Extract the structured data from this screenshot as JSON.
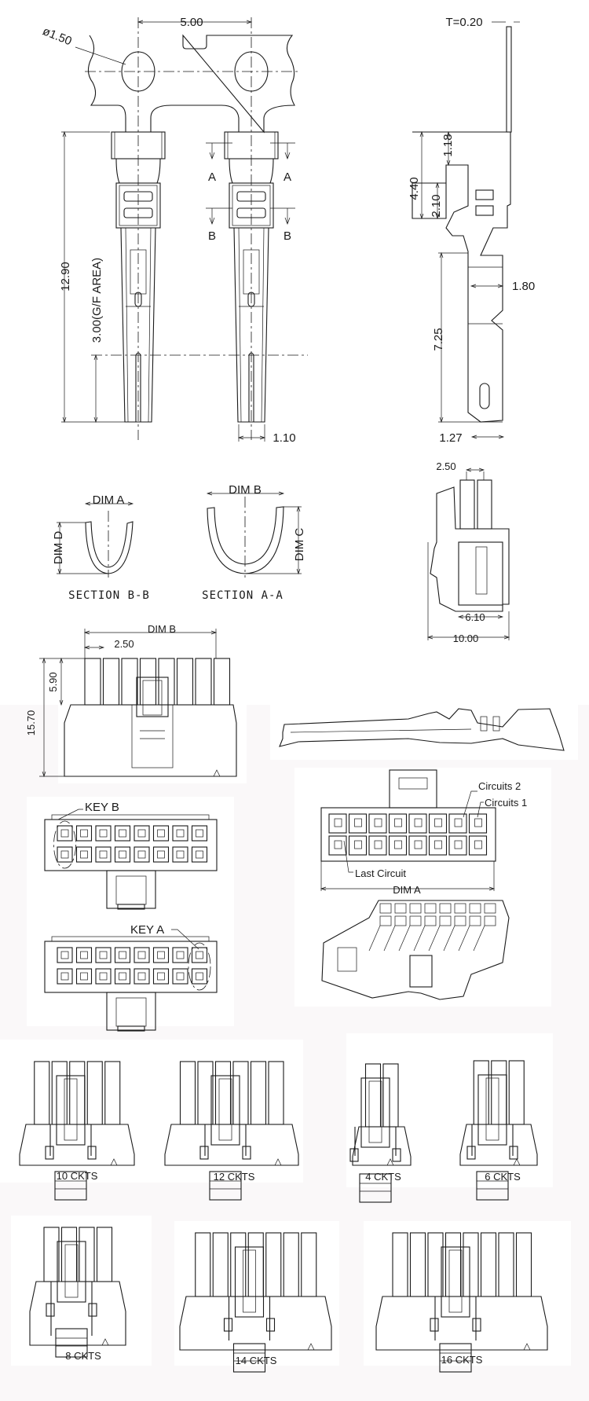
{
  "colors": {
    "line": "#1a1a1a",
    "background": "#faf8f9",
    "panel": "#ffffff"
  },
  "terminal": {
    "pitch": "5.00",
    "hole_dia": "ø1.50",
    "thickness": "T=0.20",
    "length": "12.90",
    "gf_area": "3.00(G/F AREA)",
    "tip_width": "1.10",
    "section_a": "A",
    "section_b": "B",
    "side_dims": {
      "d1": "1.18",
      "d2": "4.40",
      "d3": "2.10",
      "d4": "1.80",
      "d5": "7.25",
      "d6": "1.27"
    }
  },
  "sections": {
    "bb": {
      "dim_a": "DIM A",
      "dim_d": "DIM D",
      "title": "SECTION B-B"
    },
    "aa": {
      "dim_b": "DIM B",
      "dim_c": "DIM C",
      "title": "SECTION A-A"
    }
  },
  "housing_side": {
    "pitch": "2.50",
    "inner": "6.10",
    "outer": "10.00"
  },
  "housing_front": {
    "dim_b": "DIM B",
    "pitch": "2.50",
    "pin_height": "5.90",
    "height": "15.70"
  },
  "keys": {
    "key_b": "KEY B",
    "key_a": "KEY A"
  },
  "mating_face": {
    "circuits_2": "Circuits 2",
    "circuits_1": "Circuits 1",
    "last_circuit": "Last Circuit",
    "dim_a": "DIM A"
  },
  "variants": [
    {
      "label": "10 CKTS",
      "pins": 5
    },
    {
      "label": "12 CKTS",
      "pins": 6
    },
    {
      "label": "4 CKTS",
      "pins": 2
    },
    {
      "label": "6 CKTS",
      "pins": 3
    },
    {
      "label": "8 CKTS",
      "pins": 4
    },
    {
      "label": "14 CKTS",
      "pins": 7
    },
    {
      "label": "16 CKTS",
      "pins": 8
    }
  ]
}
